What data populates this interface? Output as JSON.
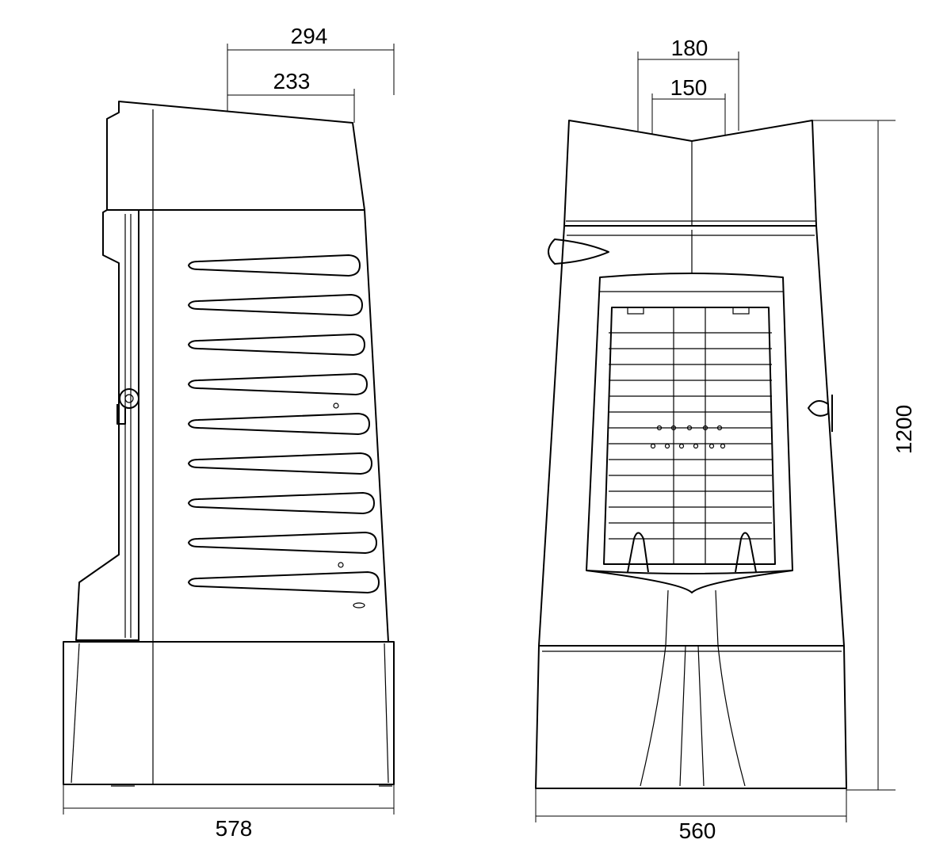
{
  "side_view": {
    "dimensions": {
      "flue_outer": "294",
      "flue_inner": "233",
      "depth": "578"
    }
  },
  "front_view": {
    "dimensions": {
      "flue_outer": "180",
      "flue_inner": "150",
      "height": "1200",
      "width": "560"
    }
  },
  "colors": {
    "line": "#000000",
    "background": "#ffffff"
  }
}
